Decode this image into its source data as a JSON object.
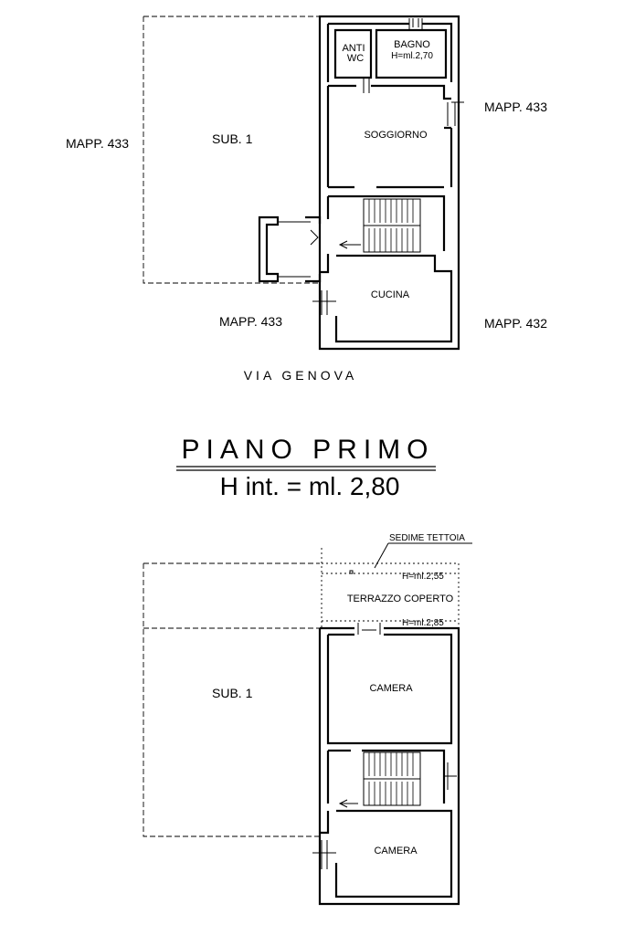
{
  "ground_floor": {
    "rooms": {
      "antiwc_line1": "ANTI",
      "antiwc_line2": "WC",
      "bagno": "BAGNO",
      "bagno_height": "H=ml.2,70",
      "soggiorno": "SOGGIORNO",
      "cucina": "CUCINA"
    },
    "labels": {
      "mapp_left": "MAPP. 433",
      "sub1": "SUB. 1",
      "mapp_right_top": "MAPP. 433",
      "mapp_bottom_left": "MAPP. 433",
      "mapp_bottom_right": "MAPP. 432",
      "street": "VIA GENOVA"
    }
  },
  "first_floor_title": {
    "title": "PIANO PRIMO",
    "subtitle": "H int. = ml. 2,80"
  },
  "first_floor": {
    "labels": {
      "sedime": "SEDIME TETTOIA",
      "height_top": "H=ml.2,55",
      "terrazzo": "TERRAZZO COPERTO",
      "height_bottom": "H=ml.2,85",
      "sub1": "SUB. 1",
      "camera_top": "CAMERA",
      "camera_bottom": "CAMERA"
    }
  }
}
